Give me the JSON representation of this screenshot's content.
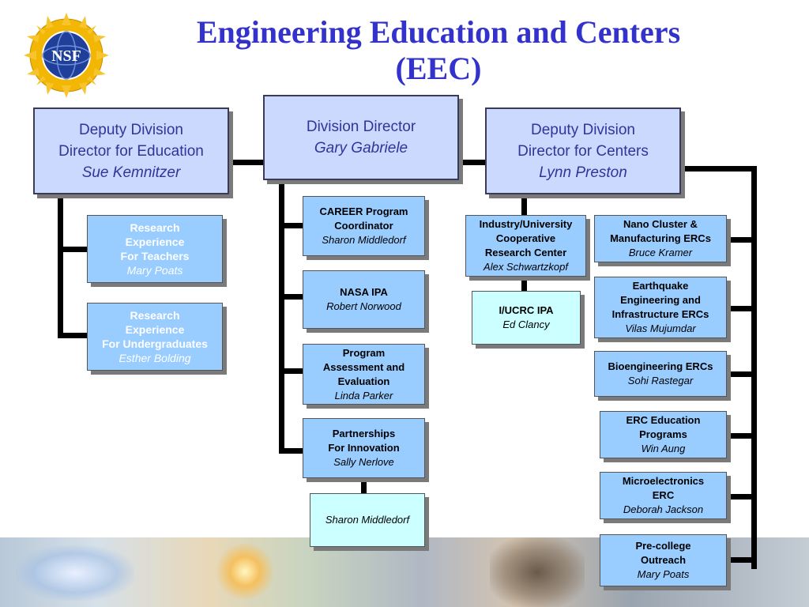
{
  "title": {
    "line1": "Engineering Education and Centers",
    "line2": "(EEC)"
  },
  "logo": {
    "text": "NSF",
    "icon": "nsf-logo-icon",
    "colors": {
      "ring": "#f2b705",
      "globe": "#1f3f9a"
    }
  },
  "director": {
    "role": "Division Director",
    "name": "Gary Gabriele"
  },
  "deputy_education": {
    "role_line1": "Deputy Division",
    "role_line2": "Director for Education",
    "name": "Sue Kemnitzer"
  },
  "deputy_centers": {
    "role_line1": "Deputy Division",
    "role_line2": "Director for Centers",
    "name": "Lynn Preston"
  },
  "education_programs": [
    {
      "line1": "Research",
      "line2": "Experience",
      "line3": "For Teachers",
      "name": "Mary Poats"
    },
    {
      "line1": "Research",
      "line2": "Experience",
      "line3": "For Undergraduates",
      "name": "Esther Bolding"
    }
  ],
  "director_staff": [
    {
      "line1": "CAREER Program",
      "line2": "Coordinator",
      "line3": "",
      "name": "Sharon Middledorf"
    },
    {
      "line1": "NASA IPA",
      "line2": "",
      "line3": "",
      "name": "Robert Norwood"
    },
    {
      "line1": "Program",
      "line2": "Assessment and",
      "line3": "Evaluation",
      "name": "Linda Parker"
    },
    {
      "line1": "Partnerships",
      "line2": "For Innovation",
      "line3": "",
      "name": "Sally Nerlove"
    }
  ],
  "partnerships_sub": {
    "name": "Sharon Middledorf"
  },
  "iucrc": {
    "line1": "Industry/University",
    "line2": "Cooperative",
    "line3": "Research Center",
    "name": "Alex Schwartzkopf"
  },
  "iucrc_ipa": {
    "line1": "I/UCRC IPA",
    "name": "Ed Clancy"
  },
  "erc_programs": [
    {
      "line1": "Nano Cluster &",
      "line2": "Manufacturing ERCs",
      "line3": "",
      "name": "Bruce Kramer"
    },
    {
      "line1": "Earthquake",
      "line2": "Engineering and",
      "line3": "Infrastructure ERCs",
      "name": "Vilas Mujumdar"
    },
    {
      "line1": "Bioengineering ERCs",
      "line2": "",
      "line3": "",
      "name": "Sohi Rastegar"
    },
    {
      "line1": "ERC Education",
      "line2": "Programs",
      "line3": "",
      "name": "Win Aung"
    },
    {
      "line1": "Microelectronics",
      "line2": "ERC",
      "line3": "",
      "name": "Deborah Jackson"
    },
    {
      "line1": "Pre-college",
      "line2": "Outreach",
      "line3": "",
      "name": "Mary Poats"
    }
  ],
  "colors": {
    "title": "#3333cc",
    "top_box": "#ccd9ff",
    "program_box": "#99ccff",
    "light_box": "#ccffff",
    "connector": "#000000"
  }
}
